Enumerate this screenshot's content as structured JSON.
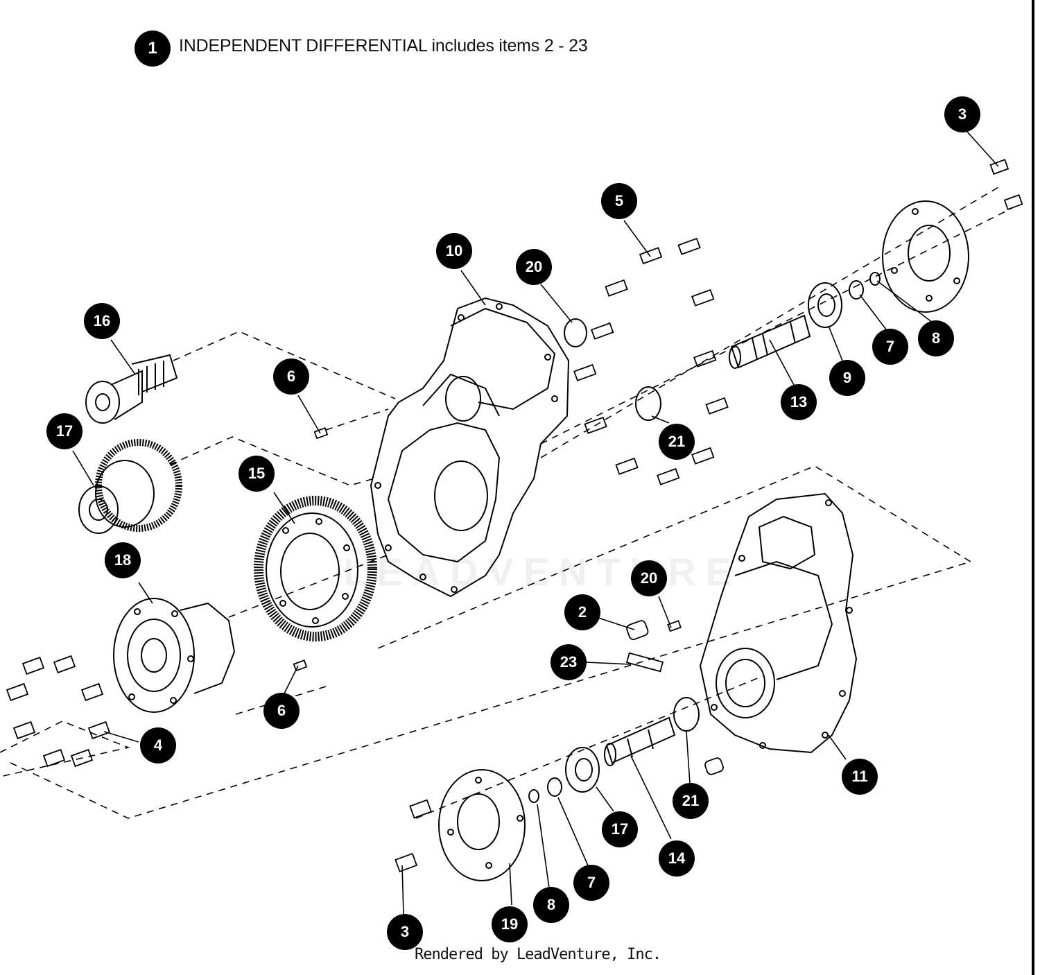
{
  "header": {
    "badge": "1",
    "title": "INDEPENDENT DIFFERENTIAL includes items 2 - 23"
  },
  "watermark": "LEADVENTURE",
  "footer": {
    "credit": "Rendered by LeadVenture, Inc."
  },
  "callouts": [
    "3",
    "5",
    "10",
    "20",
    "16",
    "6",
    "7",
    "8",
    "9",
    "13",
    "17",
    "15",
    "21",
    "18",
    "20",
    "2",
    "23",
    "6",
    "4",
    "11",
    "21",
    "17",
    "7",
    "14",
    "8",
    "19",
    "3"
  ],
  "colors": {
    "ink": "#000000",
    "paper": "#ffffff"
  }
}
